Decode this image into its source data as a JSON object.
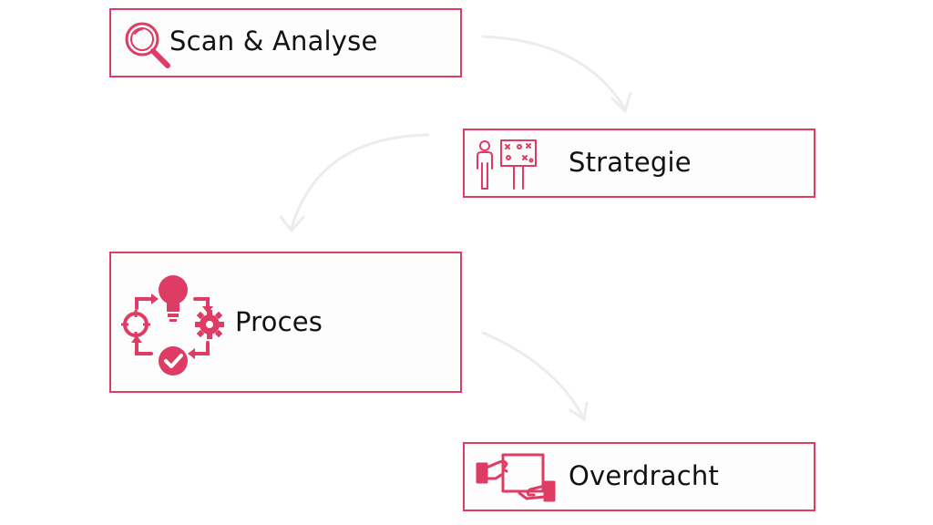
{
  "accent_color": "#de3c64",
  "steps": [
    {
      "label": "Scan & Analyse",
      "icon": "magnifier-icon"
    },
    {
      "label": "Strategie",
      "icon": "strategy-board-icon"
    },
    {
      "label": "Proces",
      "icon": "process-cycle-icon"
    },
    {
      "label": "Overdracht",
      "icon": "handover-icon"
    }
  ]
}
